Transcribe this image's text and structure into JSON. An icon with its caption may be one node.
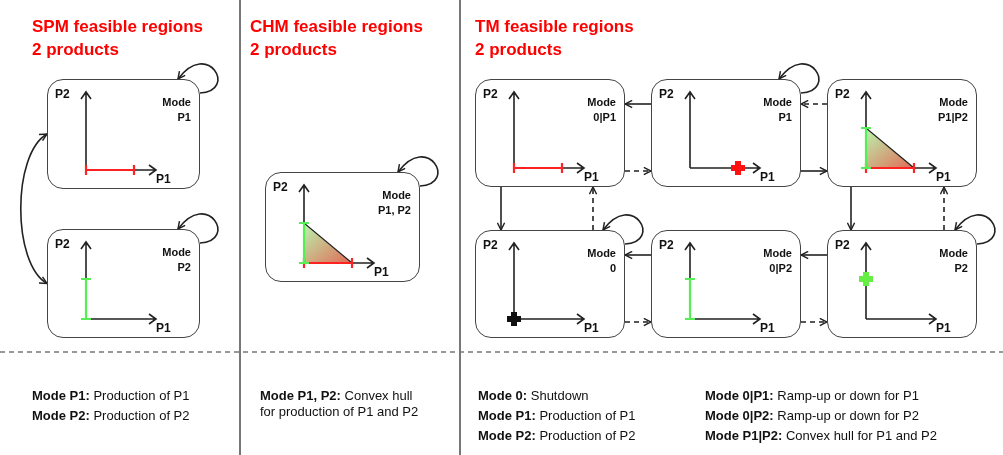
{
  "diagram": {
    "nodes": [
      {
        "text": [
          "P2",
          "Mode P1",
          "P1"
        ]
      },
      {
        "text": [
          "P2",
          "Mode P2",
          "P1"
        ]
      },
      {
        "text": [
          "P2",
          "Mode P1, P2",
          "P1"
        ]
      },
      {
        "text": [
          "P2",
          "Mode 0|P1",
          "P1"
        ]
      },
      {
        "text": [
          "P2",
          "Mode P1",
          "P1"
        ]
      },
      {
        "text": [
          "P2",
          "Mode P1|P2",
          "P1"
        ]
      },
      {
        "text": [
          "P2",
          "Mode 0",
          "P1"
        ]
      },
      {
        "text": [
          "P2",
          "Mode 0|P2",
          "P1"
        ]
      },
      {
        "text": [
          "P2",
          "Mode P2",
          "P1"
        ]
      }
    ],
    "edges": [
      {
        "from": 0,
        "to": 0,
        "arrow": "to"
      },
      {
        "from": 1,
        "to": 1,
        "arrow": "to"
      },
      {
        "from": 0,
        "to": 1,
        "arrow": "both"
      },
      {
        "from": 2,
        "to": 2,
        "arrow": "to"
      },
      {
        "from": 4,
        "to": 3,
        "arrow": "to"
      },
      {
        "from": 3,
        "to": 4,
        "arrow": "to",
        "style": "dashed"
      },
      {
        "from": 5,
        "to": 4,
        "arrow": "to",
        "style": "dashed"
      },
      {
        "from": 4,
        "to": 5,
        "arrow": "to"
      },
      {
        "from": 4,
        "to": 4,
        "arrow": "to"
      },
      {
        "from": 3,
        "to": 6,
        "arrow": "to"
      },
      {
        "from": 6,
        "to": 3,
        "arrow": "to",
        "style": "dashed"
      },
      {
        "from": 6,
        "to": 6,
        "arrow": "to"
      },
      {
        "from": 7,
        "to": 6,
        "arrow": "to"
      },
      {
        "from": 6,
        "to": 7,
        "arrow": "to",
        "style": "dashed"
      },
      {
        "from": 8,
        "to": 7,
        "arrow": "to"
      },
      {
        "from": 7,
        "to": 8,
        "arrow": "to",
        "style": "dashed"
      },
      {
        "from": 5,
        "to": 8,
        "arrow": "to"
      },
      {
        "from": 8,
        "to": 5,
        "arrow": "to",
        "style": "dashed"
      },
      {
        "from": 8,
        "to": 8,
        "arrow": "to"
      }
    ],
    "labels": [
      "SPM feasible regions 2 products",
      "CHM feasible regions 2 products",
      "TM feasible regions 2 products",
      "**Mode P1:** Production of P1",
      "**Mode P2:** Production of P2",
      "**Mode P1, P2:** Convex hull for production of P1 and P2",
      "**Mode 0:** Shutdown",
      "**Mode P1:** Production of P1",
      "**Mode P2:** Production of P2",
      "**Mode 0|P1:** Ramp-up or down for P1",
      "**Mode 0|P2:** Ramp-up or down for P2",
      "**Mode P1|P2:** Convex hull for P1 and P2"
    ]
  }
}
